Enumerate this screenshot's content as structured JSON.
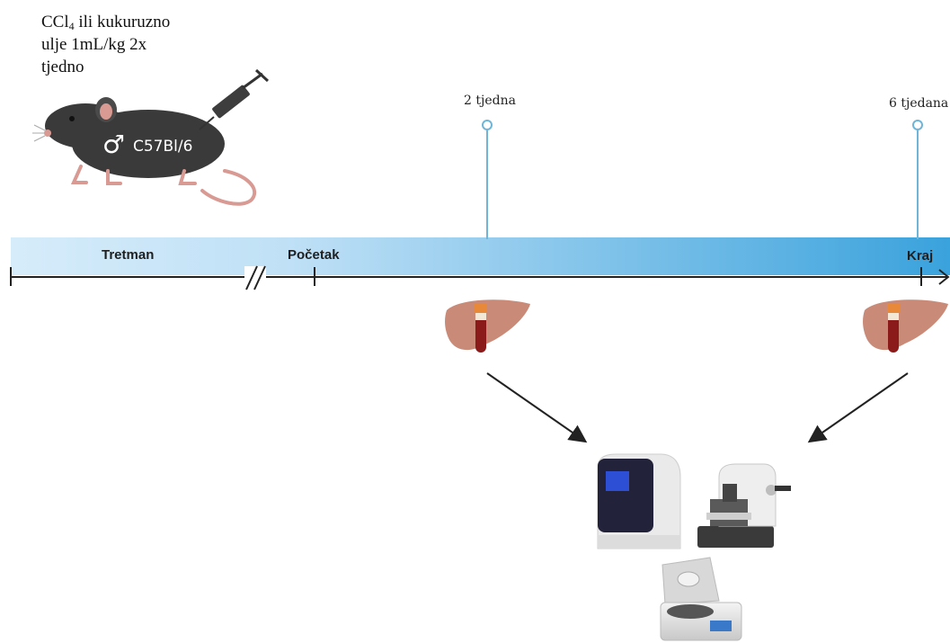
{
  "treatment": {
    "compound": "CCl",
    "subscript": "4",
    "line1_rest": " ili kukuruzno",
    "line2": "ulje 1mL/kg 2x",
    "line3": "tjedno"
  },
  "mouse": {
    "sex_symbol": "♂",
    "strain": "C57Bl/6"
  },
  "timeline": {
    "segment_treatment": "Tretman",
    "start_label": "Početak",
    "end_label": "Kraj",
    "timepoints": [
      {
        "label": "2 tjedna"
      },
      {
        "label": "6 tjedana"
      }
    ]
  },
  "colors": {
    "bar_light": "#d6ecfa",
    "bar_dark": "#3aa2dc",
    "pin": "#6fb5d8",
    "mouse_body": "#3a3a3a",
    "mouse_pink": "#d89a92",
    "liver": "#c98a78",
    "blood_tube": "#8b1a1a"
  },
  "icons": [
    "mouse-icon",
    "syringe-icon",
    "liver-icon",
    "blood-tube-icon",
    "pcr-machine-icon",
    "microtome-icon",
    "centrifuge-icon",
    "arrow-icon"
  ]
}
